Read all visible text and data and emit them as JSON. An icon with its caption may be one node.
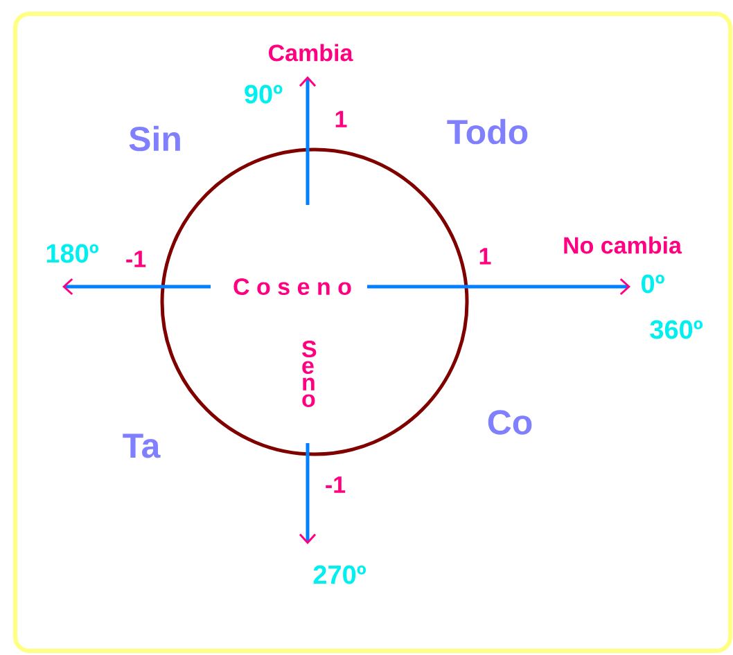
{
  "diagram": {
    "labels": [
      "Cambia",
      "90º",
      "1",
      "Sin",
      "Todo",
      "S e n o",
      "180º",
      "-1",
      "C o s e n o",
      "1",
      "No cambia",
      "0º",
      "360º",
      "Ta",
      "Co",
      "-1",
      "270º"
    ]
  }
}
